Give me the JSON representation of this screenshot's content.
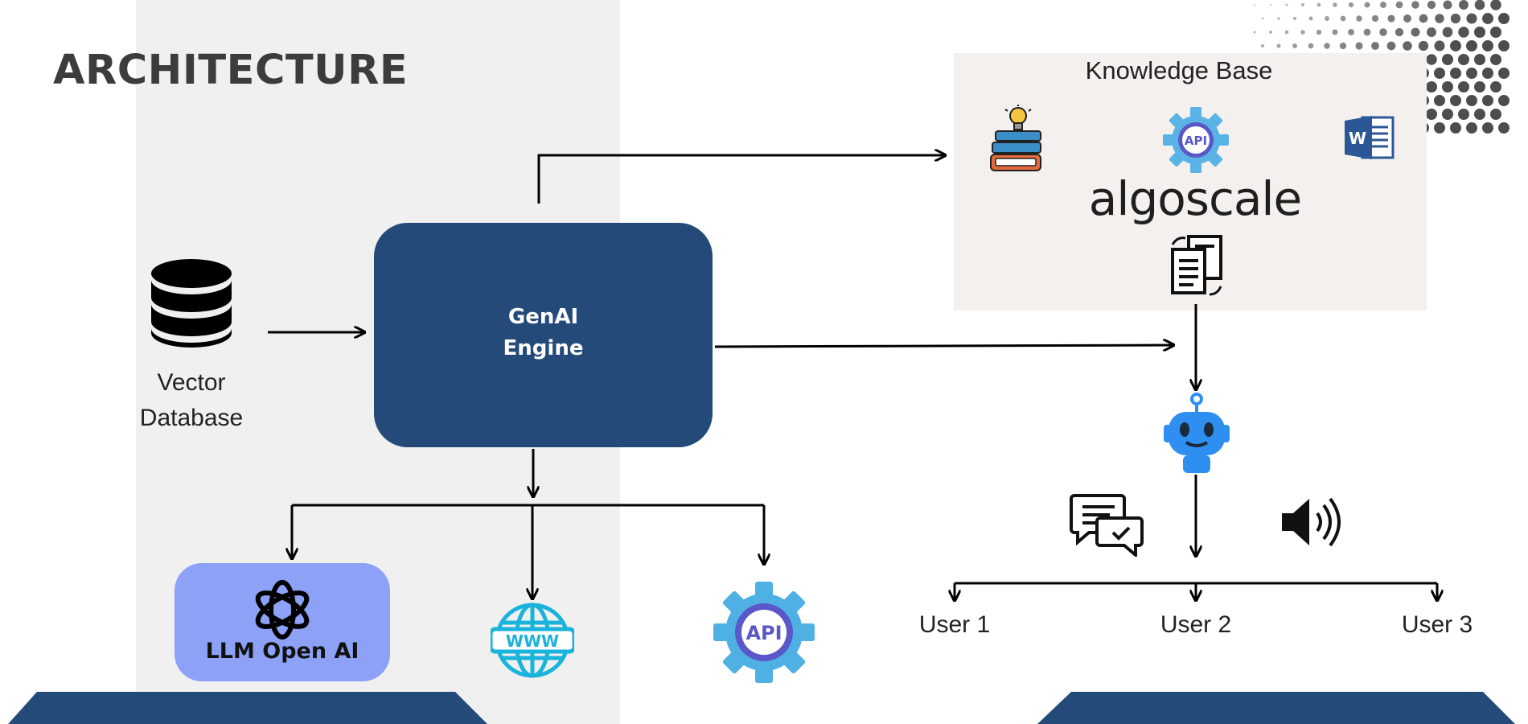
{
  "title": "ARCHITECTURE",
  "knowledge_base": {
    "title": "Knowledge Base",
    "brand": "algoscale",
    "icons": [
      "books-idea-icon",
      "api-gear-icon",
      "word-document-icon",
      "document-sync-icon"
    ]
  },
  "engine": {
    "line1": "GenAI",
    "line2": "Engine"
  },
  "vector_db": {
    "line1": "Vector",
    "line2": "Database"
  },
  "llm": {
    "label": "LLM Open AI"
  },
  "www_icon": {
    "text": "WWW"
  },
  "api_icon": {
    "text": "API"
  },
  "kb_api_icon": {
    "text": "API"
  },
  "word_icon": {
    "text": "W"
  },
  "users": [
    "User 1",
    "User 2",
    "User 3"
  ],
  "colors": {
    "engine": "#234a79",
    "llm_box": "#8da1f7",
    "api_blue": "#3aa8dc",
    "api_purple": "#5a57c9",
    "bottom_band": "#234a79",
    "robot_blue": "#2f8ff0"
  }
}
